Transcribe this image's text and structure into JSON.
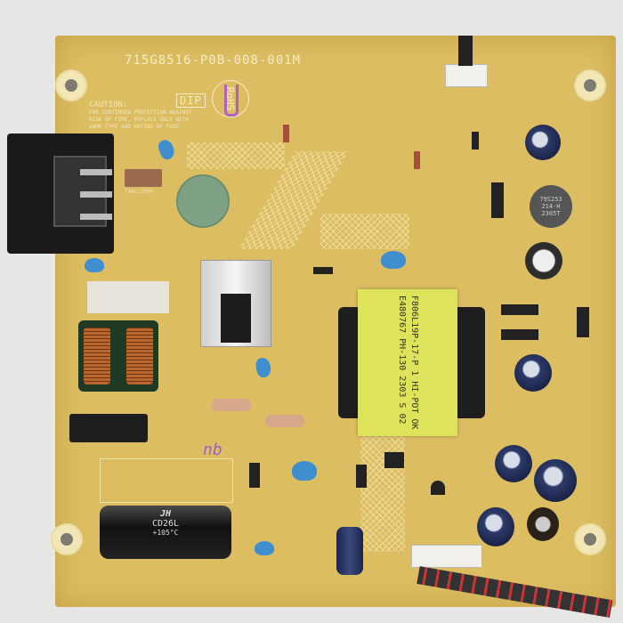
{
  "board": {
    "part_number": "715G8516-P0B-008-001M",
    "dip_label": "DIP",
    "rohs_label": "RoHS",
    "caution_title": "CAUTION:",
    "caution_lines": [
      "FOR CONTINUED PROTECTION AGAINST",
      "RISK OF FIRE, REPLACE ONLY WITH",
      "SAME TYPE AND RATING OF FUSE"
    ],
    "fuse_rating": "T4AL/250V",
    "transformer_label": [
      "F806L19P-17-P  1 HI-POT OK",
      "E480767 PH-130  2303 S 02"
    ],
    "inductor_label": [
      "79S253",
      "214-H",
      "2305T"
    ],
    "bulk_cap_brand": "JH",
    "bulk_cap_series": "CD26L",
    "bulk_cap_temp": "+105°C",
    "handwriting": "nb"
  },
  "colors": {
    "pcb": "#dcbd62",
    "silkscreen": "#f6ecc4",
    "capacitor": "#1c2448",
    "ycap": "#3f8fd0"
  }
}
